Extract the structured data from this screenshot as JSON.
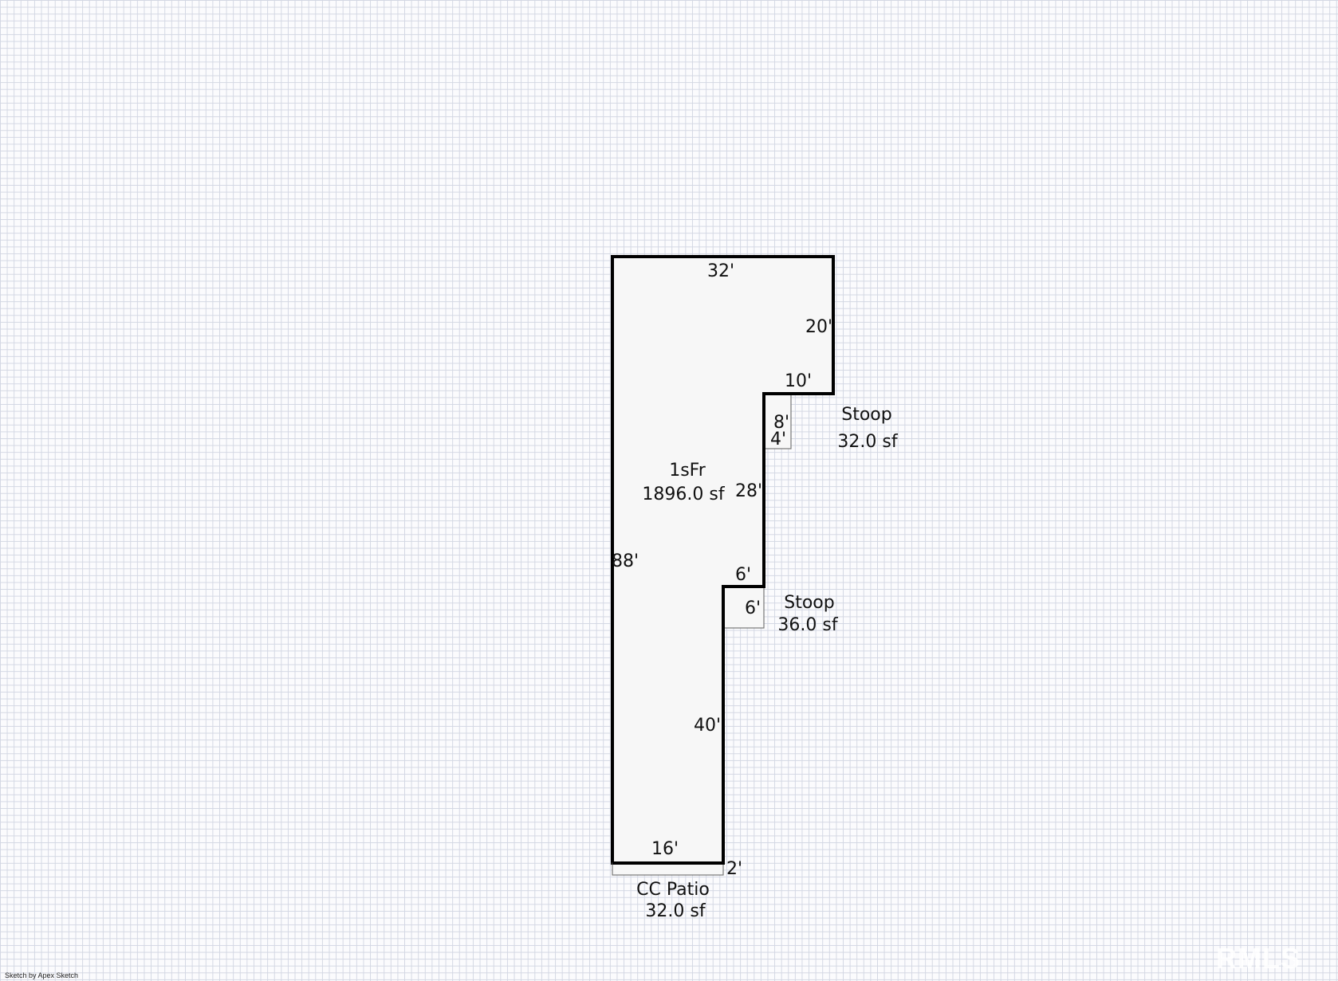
{
  "rooms": [
    {
      "name": "1sFr",
      "area": "1896.0 sf"
    },
    {
      "name": "Stoop",
      "area": "32.0 sf"
    },
    {
      "name": "Stoop",
      "area": "36.0 sf"
    },
    {
      "name": "CC Patio",
      "area": "32.0 sf"
    }
  ],
  "dimensions": {
    "top": "32'",
    "upper_right": "20'",
    "upper_step": "10'",
    "stoop1_depth": "8'",
    "stoop1_width": "4'",
    "middle_right": "28'",
    "lower_step": "6'",
    "stoop2_side": "6'",
    "lower_right": "40'",
    "left": "88'",
    "bottom": "16'",
    "patio_depth": "2'"
  },
  "credit": "Sketch by Apex Sketch",
  "watermark": "RMLS"
}
